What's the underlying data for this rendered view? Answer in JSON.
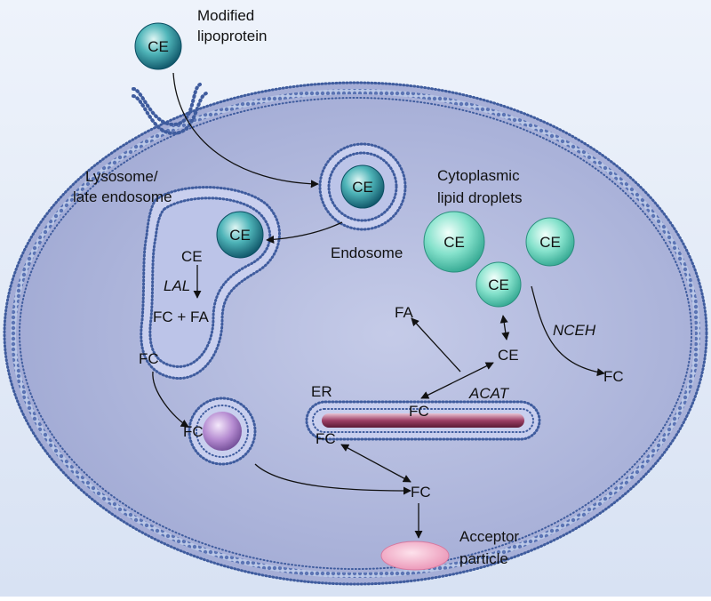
{
  "modified_lipoprotein": {
    "ce": "CE",
    "label_line1": "Modified",
    "label_line2": "lipoprotein"
  },
  "endosome": {
    "ce": "CE",
    "label": "Endosome"
  },
  "lysosome": {
    "label_line1": "Lysosome/",
    "label_line2": "late endosome",
    "ce_particle": "CE",
    "ce_text": "CE",
    "enzyme": "LAL",
    "products": "FC + FA",
    "fc_out": "FC"
  },
  "lipid_droplets": {
    "label_line1": "Cytoplasmic",
    "label_line2": "lipid droplets",
    "droplets": [
      "CE",
      "CE",
      "CE"
    ]
  },
  "cytoplasm": {
    "fa": "FA",
    "ce": "CE",
    "enzyme_acat": "ACAT",
    "enzyme_nceh": "NCEH",
    "fc_nceh": "FC"
  },
  "er": {
    "label": "ER",
    "fc_inner": "FC",
    "fc_outer": "FC"
  },
  "vesicle": {
    "fc": "FC"
  },
  "efflux": {
    "fc": "FC",
    "acceptor_line1": "Acceptor",
    "acceptor_line2": "particle"
  },
  "colors": {
    "cell_fill": "#b3b9dd",
    "membrane": "#3d5a9c",
    "ce_teal": "#1f8a96",
    "droplet": "#7fdcc6",
    "vesicle_purple": "#b98fd0",
    "er_lumen": "#a04a6e",
    "acceptor_pink": "#f2a9c4"
  }
}
